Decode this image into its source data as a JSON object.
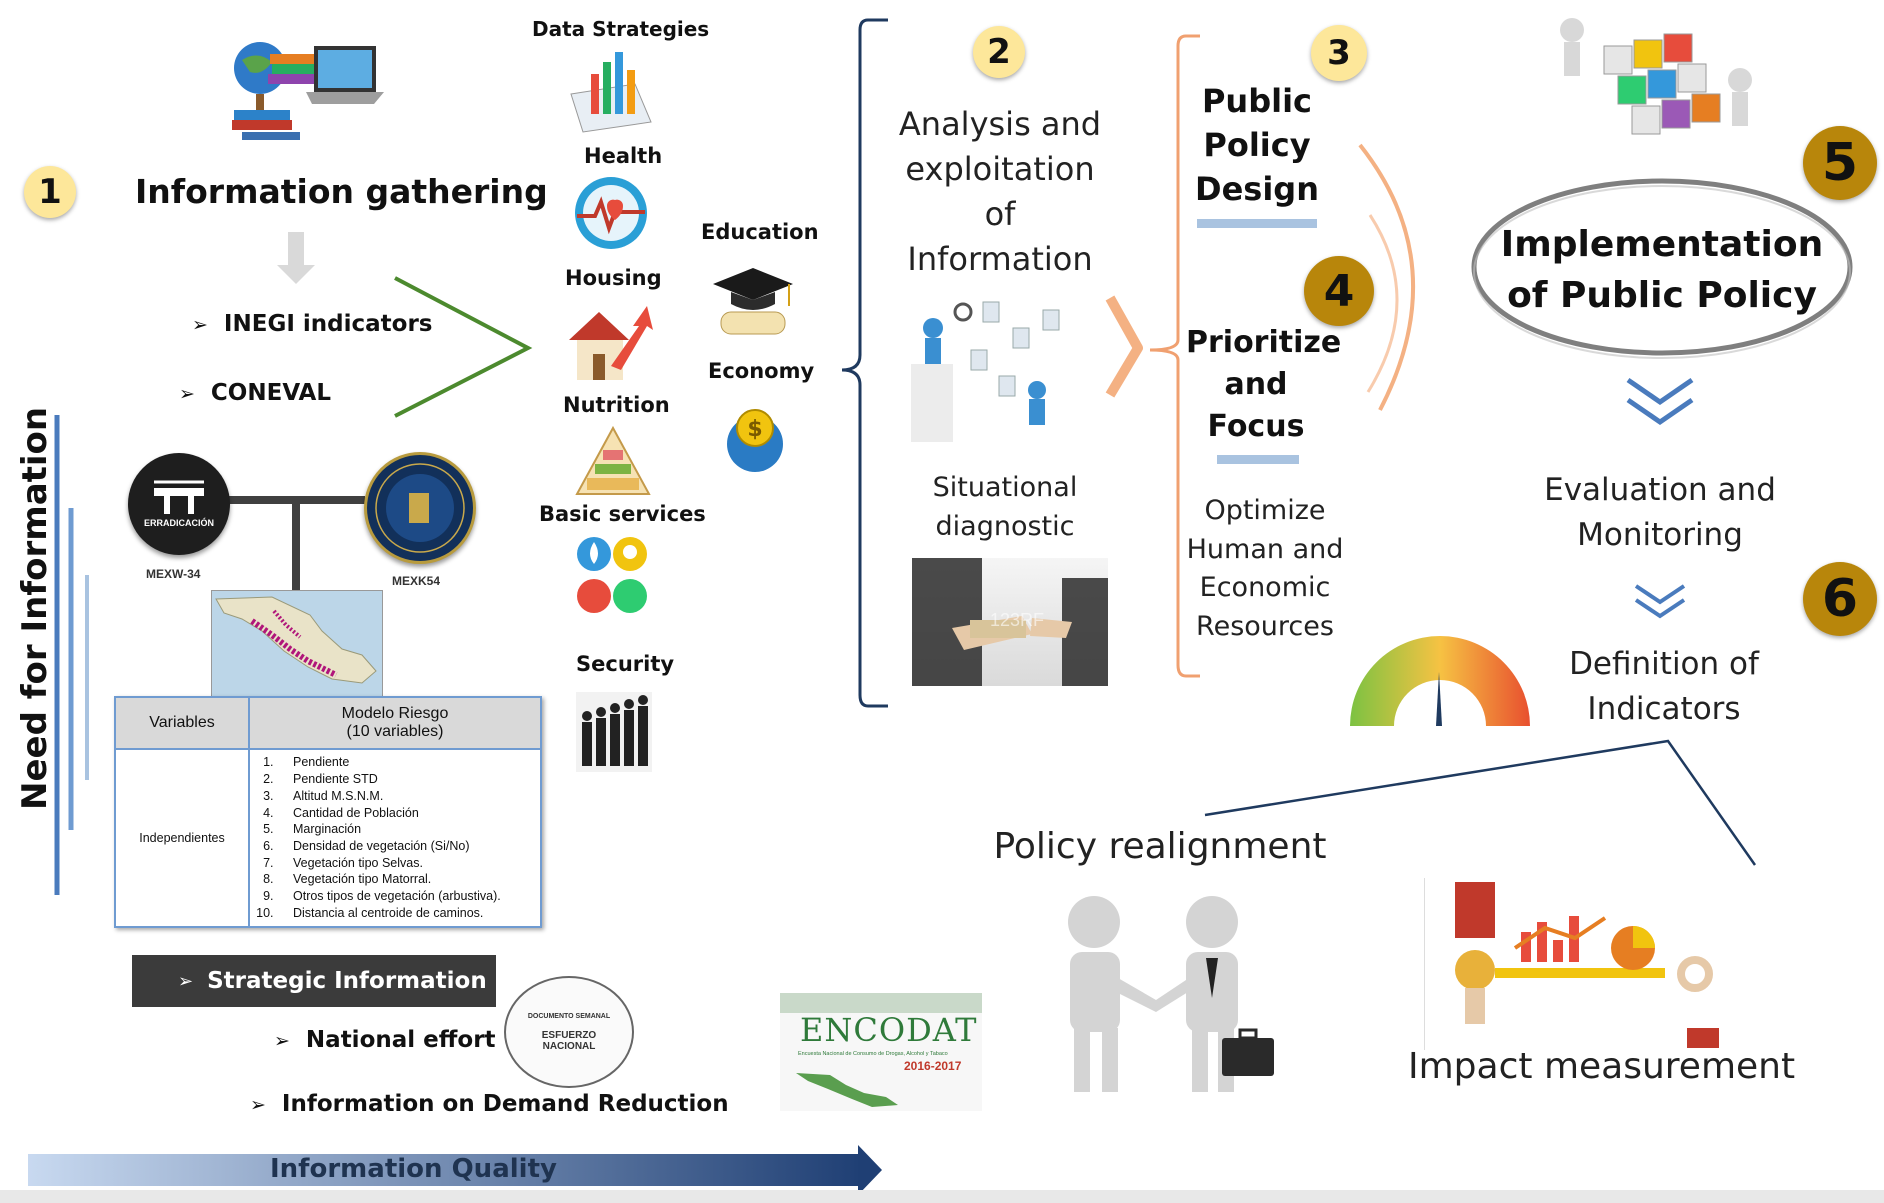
{
  "left": {
    "step_number": "1",
    "title": "Information gathering",
    "sources": [
      "INEGI indicators",
      "CONEVAL"
    ],
    "badge_left": "MEXW-34",
    "badge_right": "MEXK54",
    "badge_left_inner": "ERRADICACIÓN",
    "side_label": "Need for Information",
    "table": {
      "col1_header": "Variables",
      "col2_header_line1": "Modelo Riesgo",
      "col2_header_line2": "(10 variables)",
      "row_label": "Independientes",
      "variables": [
        "Pendiente",
        "Pendiente STD",
        "Altitud M.S.N.M.",
        "Cantidad de Población",
        "Marginación",
        "Densidad de vegetación (Si/No)",
        "Vegetación tipo Selvas.",
        "Vegetación tipo Matorral.",
        "Otros tipos de vegetación (arbustiva).",
        "Distancia al centroide de caminos."
      ]
    },
    "strategic": "Strategic Information",
    "national": "National effort",
    "demand": "Information on Demand Reduction",
    "doc_stamp_top": "DOCUMENTO SEMANAL",
    "doc_stamp_main": "ESFUERZO NACIONAL",
    "quality_arrow": "Information Quality"
  },
  "categories": {
    "data_strategies": "Data Strategies",
    "health": "Health",
    "housing": "Housing",
    "nutrition": "Nutrition",
    "basic_services": "Basic services",
    "security": "Security",
    "education": "Education",
    "economy": "Economy"
  },
  "analysis": {
    "step_number": "2",
    "title": "Analysis and exploitation of Information",
    "situational": "Situational diagnostic",
    "photo_watermark": "123RF"
  },
  "design": {
    "step_number": "3",
    "title": "Public Policy Design"
  },
  "prioritize": {
    "step_number": "4",
    "title": "Prioritize and Focus",
    "optimize": "Optimize Human and Economic Resources"
  },
  "implementation": {
    "step_number": "5",
    "title": "Implementation of Public Policy"
  },
  "evaluation": {
    "step_number": "6",
    "evaluation_label": "Evaluation and Monitoring",
    "indicators_label": "Definition of Indicators",
    "impact": "Impact measurement",
    "realignment": "Policy realignment"
  },
  "encodat": {
    "title": "ENCODAT",
    "subtitle": "Encuesta Nacional de Consumo de Drogas, Alcohol y Tabaco",
    "years": "2016-2017"
  },
  "colors": {
    "green_chevron": "#4c8a2e",
    "navy_bracket": "#1f3a5f",
    "orange_bracket": "#f0a070",
    "accent_blue": "#a9c3e0",
    "yellow_badge": "#fde79a",
    "gold_badge": "#b8860b",
    "dark_box": "#3b3b3b"
  }
}
